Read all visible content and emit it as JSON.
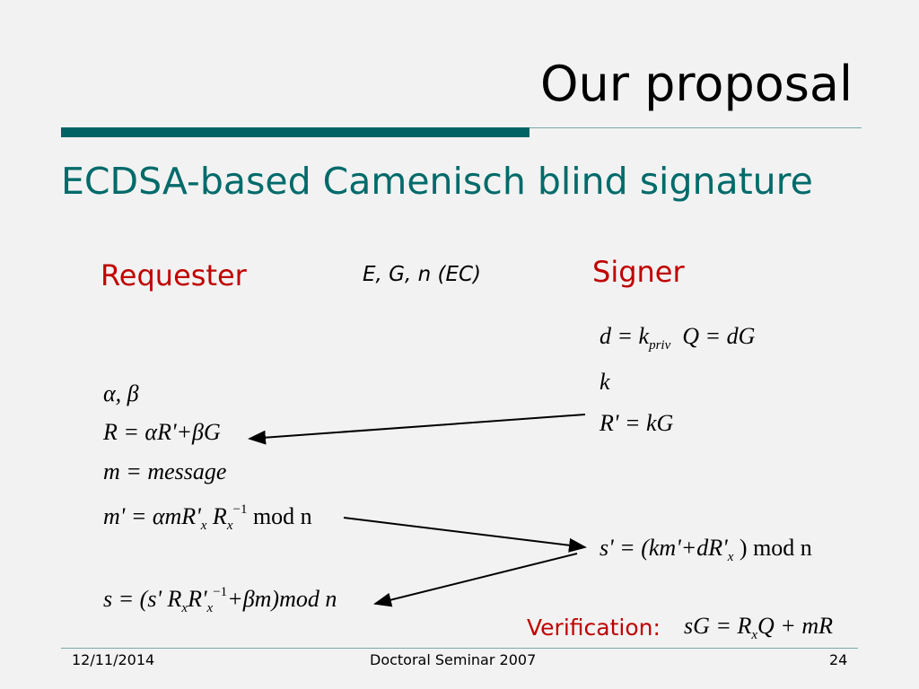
{
  "slide": {
    "title": "Our proposal",
    "subtitle": "ECDSA-based Camenisch blind signature",
    "requester_label": "Requester",
    "signer_label": "Signer",
    "curve_params": "E, G, n (EC)",
    "verification_label": "Verification:",
    "accent_color": "#006262",
    "role_color": "#c00000"
  },
  "signer_eqs": {
    "keys_lhs": "d = k",
    "keys_sub": "priv",
    "keys_rhs": "Q = dG",
    "k": "k",
    "rprime": "R' = kG",
    "sprime": "s' = (km'+dR'",
    "sprime_sub": "x",
    "sprime_tail": ") mod n"
  },
  "requester_eqs": {
    "alpha_beta": "α, β",
    "R": "R = αR'+βG",
    "m": "m = message",
    "mprime_a": "m' = αmR'",
    "mprime_sub1": "x",
    "mprime_b": "R",
    "mprime_sub2": "x",
    "mprime_sup": "−1",
    "mprime_tail": "mod n",
    "s_a": "s = (s' R",
    "s_sub1": "x",
    "s_b": "R'",
    "s_sub2": "x",
    "s_sup": "−1",
    "s_tail": "+βm)mod n"
  },
  "verification": {
    "lhs": "sG = R",
    "sub": "x",
    "rhs": "Q + mR"
  },
  "footer": {
    "date": "12/11/2014",
    "center": "Doctoral Seminar 2007",
    "page": "24"
  }
}
